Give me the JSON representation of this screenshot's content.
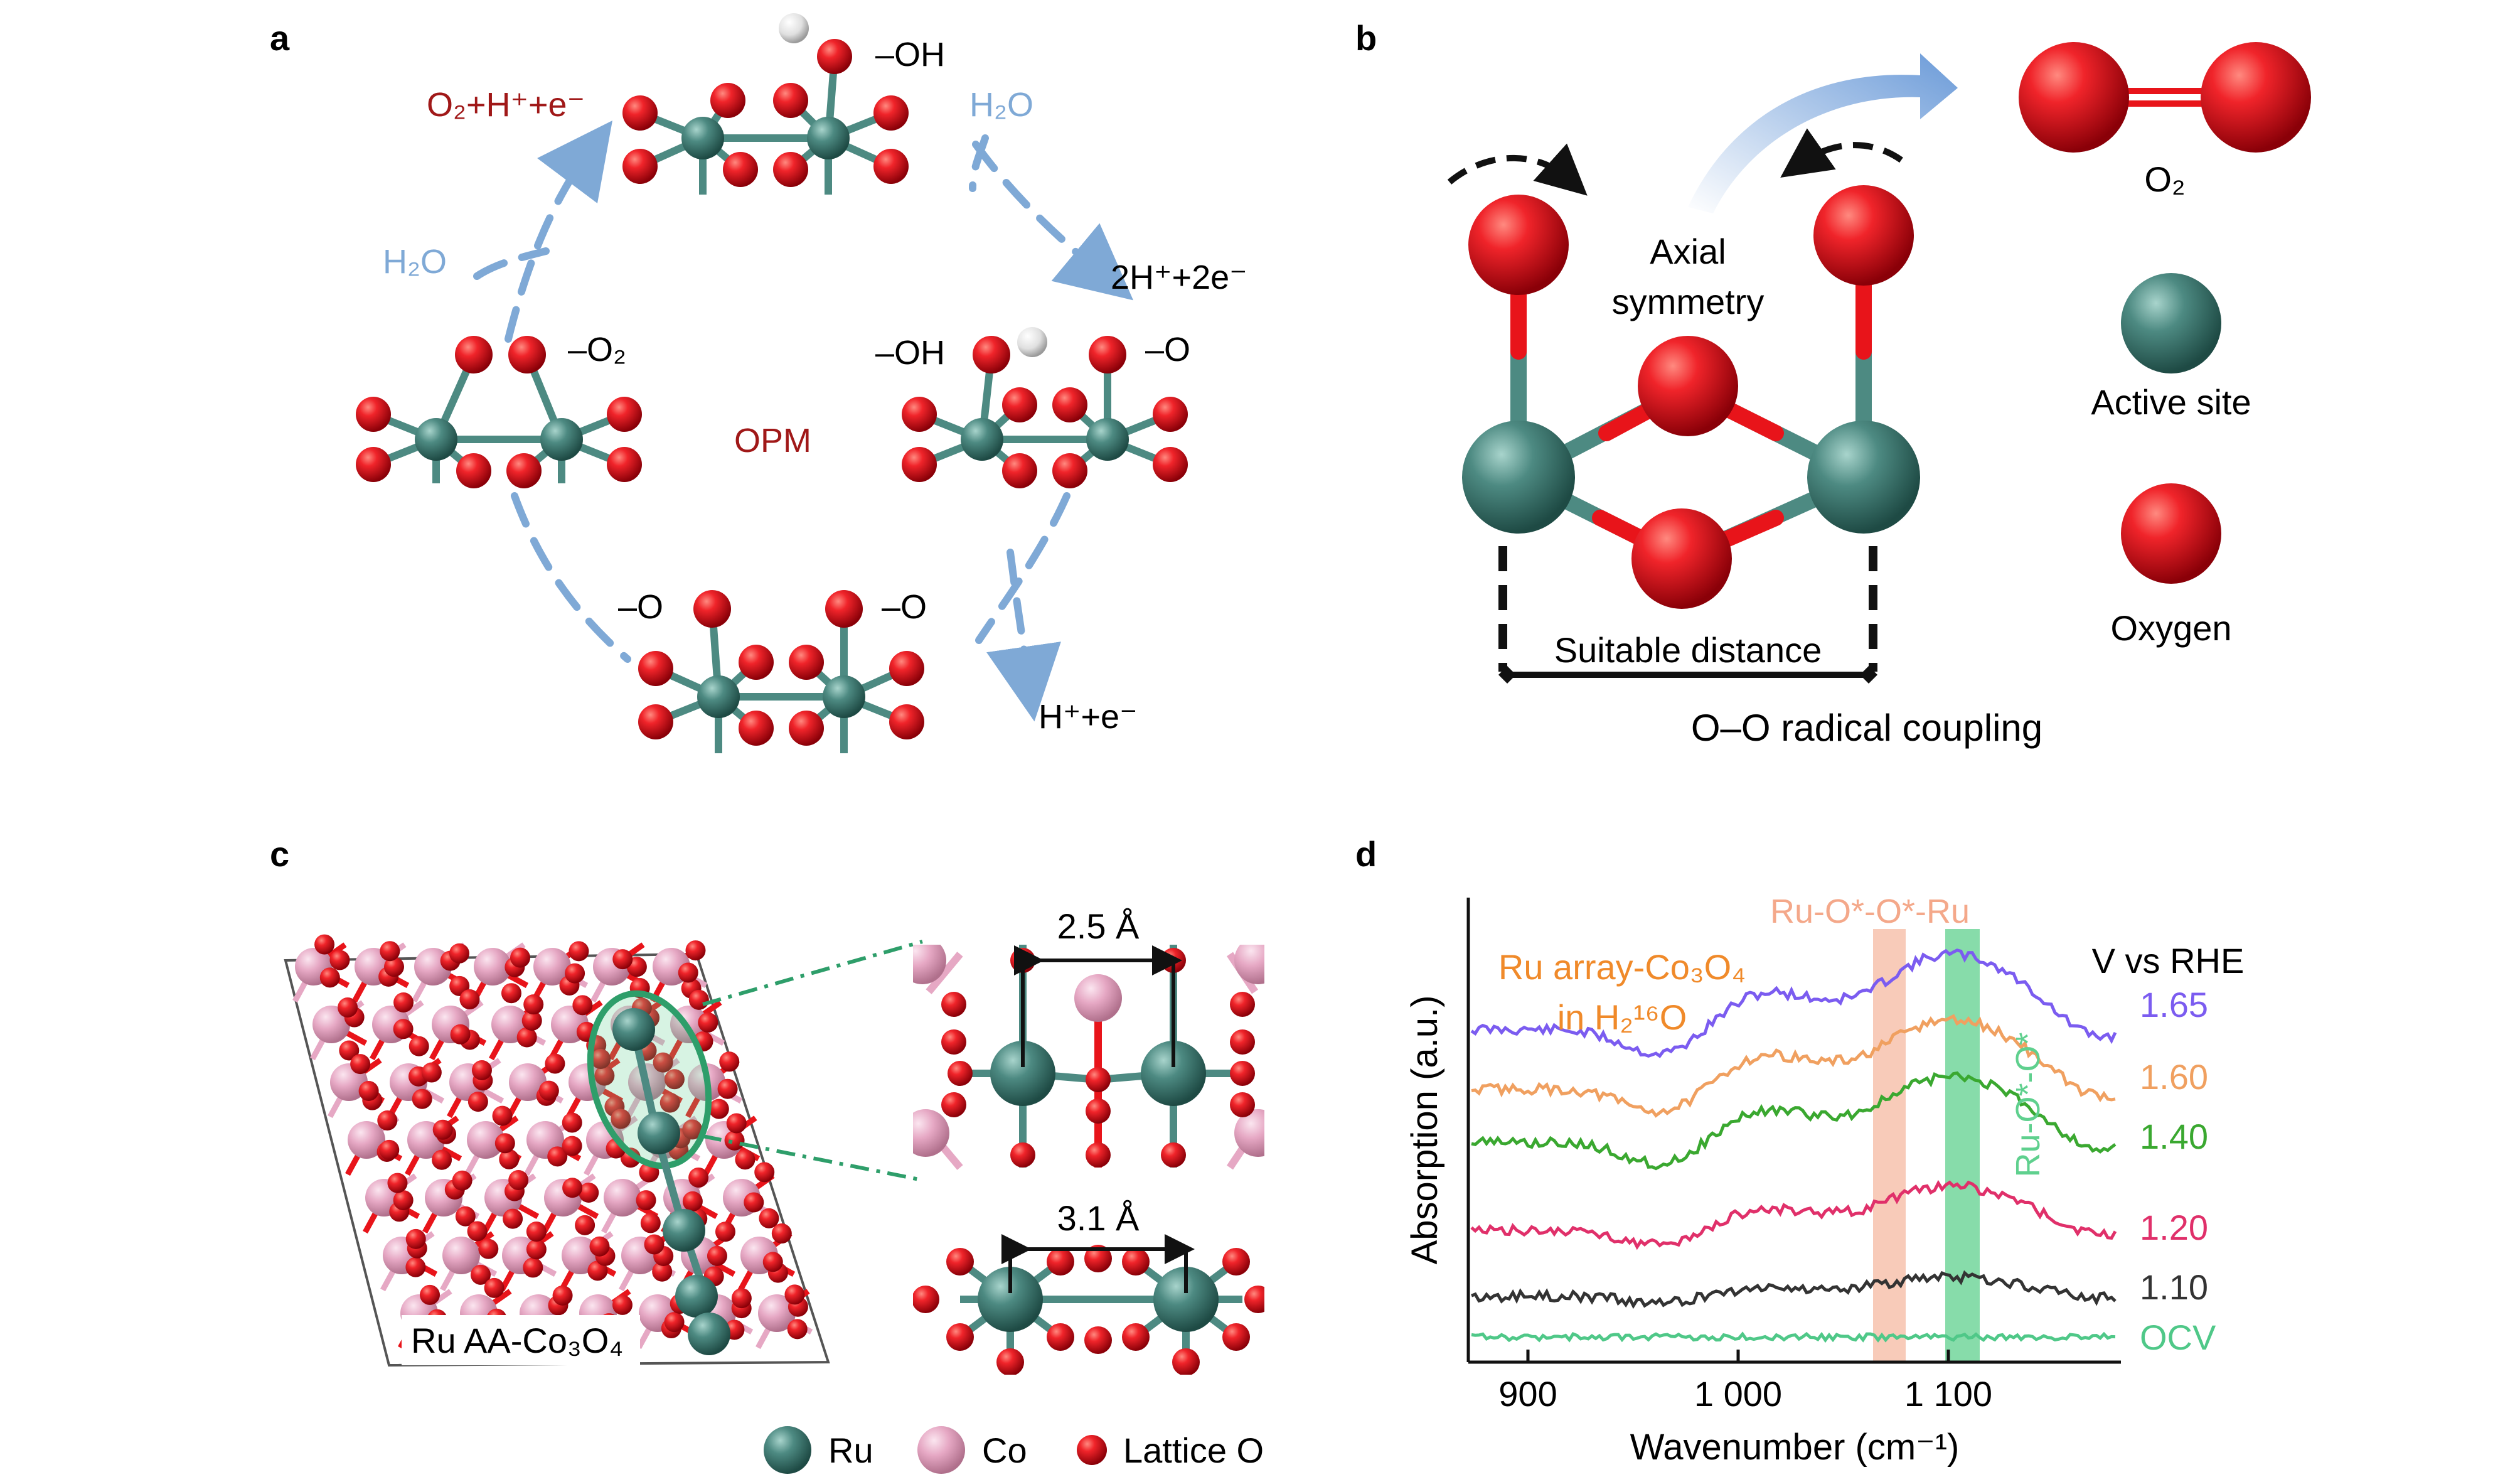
{
  "colors": {
    "oxygen": "#e8141a",
    "metal": "#4d8a82",
    "cobalt": "#e6a8c4",
    "hydrogen": "#e8e8e8",
    "arrow_blue": "#7fa9d6",
    "dark_red": "#a01818",
    "highlight_red": "#f4a88a",
    "highlight_green": "#5fd08e"
  },
  "panel_a": {
    "label": "a",
    "center_label": "OPM",
    "top": {
      "left": "O₂+H⁺+e⁻",
      "right": "–OH"
    },
    "h2o_left": "H₂O",
    "h2o_right": "H₂O",
    "right_products": "2H⁺+2e⁻",
    "left_site": "–O₂",
    "right_site_oh": "–OH",
    "right_site_o": "–O",
    "bottom_left": "–O",
    "bottom_right": "–O",
    "bottom_products": "H⁺+e⁻"
  },
  "panel_b": {
    "label": "b",
    "axial_line1": "Axial",
    "axial_line2": "symmetry",
    "distance": "Suitable distance",
    "coupling": "O–O radical coupling",
    "legend_o2": "O₂",
    "legend_active": "Active site",
    "legend_oxygen": "Oxygen"
  },
  "panel_c": {
    "label": "c",
    "struct_label": "Ru AA-Co₃O₄",
    "dist_top": "2.5 Å",
    "dist_bottom": "3.1 Å",
    "legend": [
      "Ru",
      "Co",
      "Lattice O"
    ]
  },
  "panel_d": {
    "label": "d",
    "sample_line1": "Ru array-Co₃O₄",
    "sample_line2": "in H₂¹⁶O",
    "band_red": "Ru-O*-O*-Ru",
    "band_green": "Ru-O*-O*",
    "legend_title": "V vs RHE",
    "ylabel": "Absorption (a.u.)",
    "xlabel": "Wavenumber (cm⁻¹)",
    "xticks": [
      "900",
      "1 000",
      "1 100"
    ],
    "series": [
      {
        "name": "1.65",
        "color": "#7b5cf0"
      },
      {
        "name": "1.60",
        "color": "#f0a060"
      },
      {
        "name": "1.40",
        "color": "#3aa830"
      },
      {
        "name": "1.20",
        "color": "#e0306a"
      },
      {
        "name": "1.10",
        "color": "#333333"
      },
      {
        "name": "OCV",
        "color": "#4fc888"
      }
    ]
  }
}
